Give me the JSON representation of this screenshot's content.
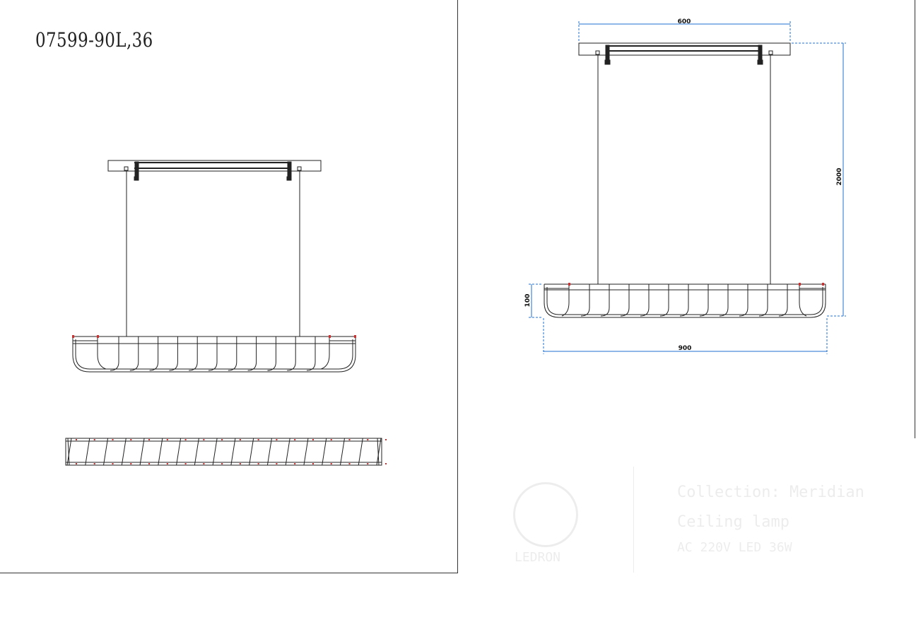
{
  "drawing": {
    "model_code": "07599-90L,36"
  },
  "dimensions": {
    "canopy_width": "600",
    "total_height": "2000",
    "body_height": "100",
    "body_width": "900"
  },
  "title_block": {
    "logo_text": "LEDRON",
    "line1": "Collection: Meridian",
    "line2": "Ceiling lamp",
    "line3": "AC 220V    LED 36W"
  },
  "colors": {
    "line": "#222222",
    "dimension": "#1f6fd0",
    "accent": "#d03030"
  }
}
